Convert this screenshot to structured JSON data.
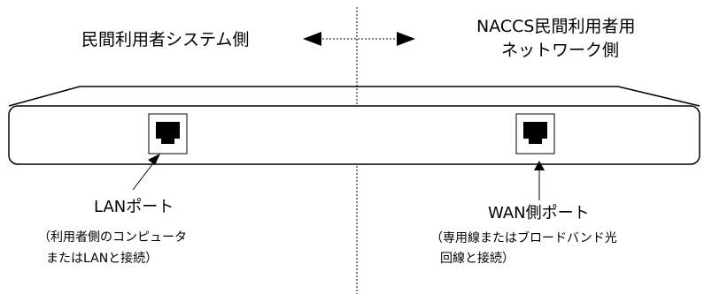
{
  "diagram": {
    "left_side_label": "民間利用者システム側",
    "right_side_label_line1": "NACCS民間利用者用",
    "right_side_label_line2": "ネットワーク側",
    "lan_port": {
      "name": "LANポート",
      "note_line1": "（利用者側のコンピュータ",
      "note_line2": "またはLANと接続）"
    },
    "wan_port": {
      "name": "WAN側ポート",
      "note_line1": "（専用線またはブロードバンド光",
      "note_line2": "回線と接続）"
    }
  }
}
